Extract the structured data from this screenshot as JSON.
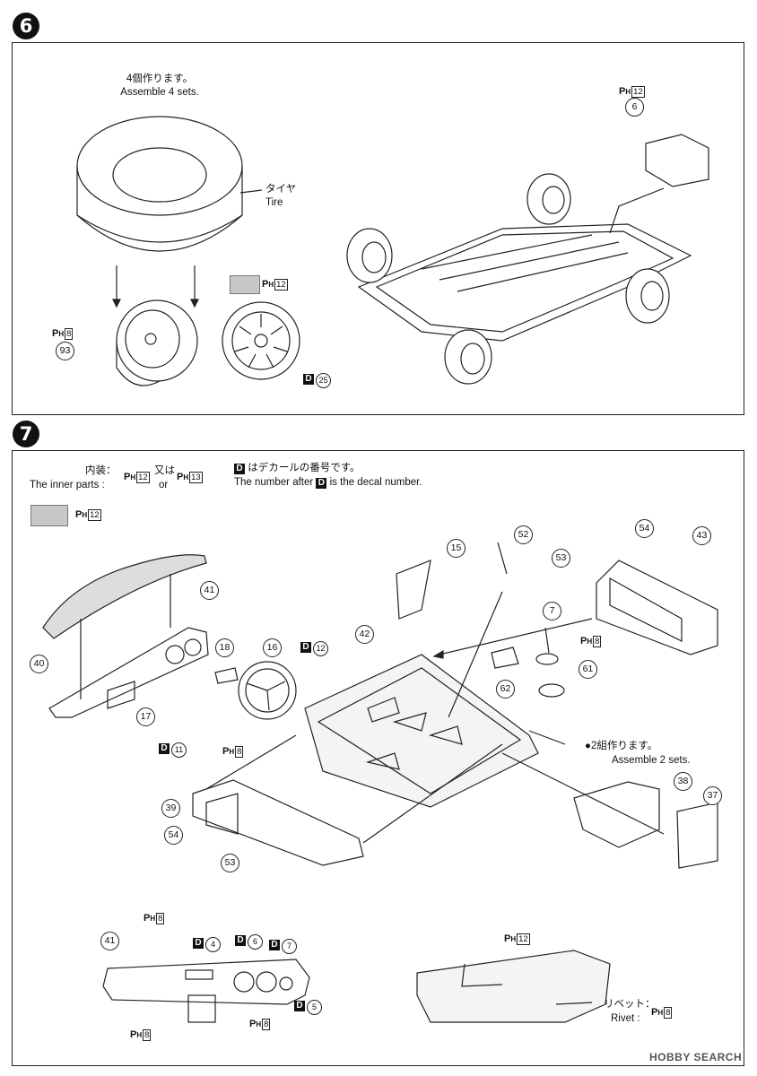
{
  "step6": {
    "number": "6",
    "note_jp": "4個作ります。",
    "note_en": "Assemble 4 sets.",
    "tire_jp": "タイヤ",
    "tire_en": "Tire",
    "paint_top": "12",
    "paint_swatch": "12",
    "paint_wheel": "8",
    "part_top": "6",
    "part_wheel": "93",
    "decal": "25"
  },
  "step7": {
    "number": "7",
    "inner_jp": "内装：",
    "inner_en": "The inner parts :",
    "inner_paint_a": "12",
    "or_jp": "又は",
    "or_en": "or",
    "inner_paint_b": "13",
    "decal_note_jp": "はデカールの番号です。",
    "decal_note_en_a": "The number after",
    "decal_note_en_b": "is the decal number.",
    "swatch_paint": "12",
    "assemble2_jp": "●2組作ります。",
    "assemble2_en": "Assemble 2 sets.",
    "rivet_jp": "リベット：",
    "rivet_en": "Rivet :",
    "labels": {
      "p15": "15",
      "p52": "52",
      "p54a": "54",
      "p43": "43",
      "p53a": "53",
      "p7": "7",
      "ph8a": "8",
      "p61": "61",
      "p62": "62",
      "p42": "42",
      "p41": "41",
      "p40": "40",
      "p18": "18",
      "p16": "16",
      "d12": "12",
      "p17": "17",
      "d11": "11",
      "ph8b": "8",
      "p39": "39",
      "p54b": "54",
      "p53b": "53",
      "p38": "38",
      "p37": "37",
      "dash41": "41",
      "dash_ph8a": "8",
      "d4": "4",
      "d6": "6",
      "d7": "7",
      "d5": "5",
      "dash_ph8b": "8",
      "dash_ph8c": "8",
      "door_ph12": "12",
      "rivet_ph8": "8"
    }
  },
  "paint_prefix": "P",
  "paint_sub": "H",
  "decal_mark": "D",
  "watermark": "HOBBY SEARCH",
  "colors": {
    "line": "#222222",
    "swatch": "#c8c8c8",
    "body": "#f4f4f4"
  }
}
